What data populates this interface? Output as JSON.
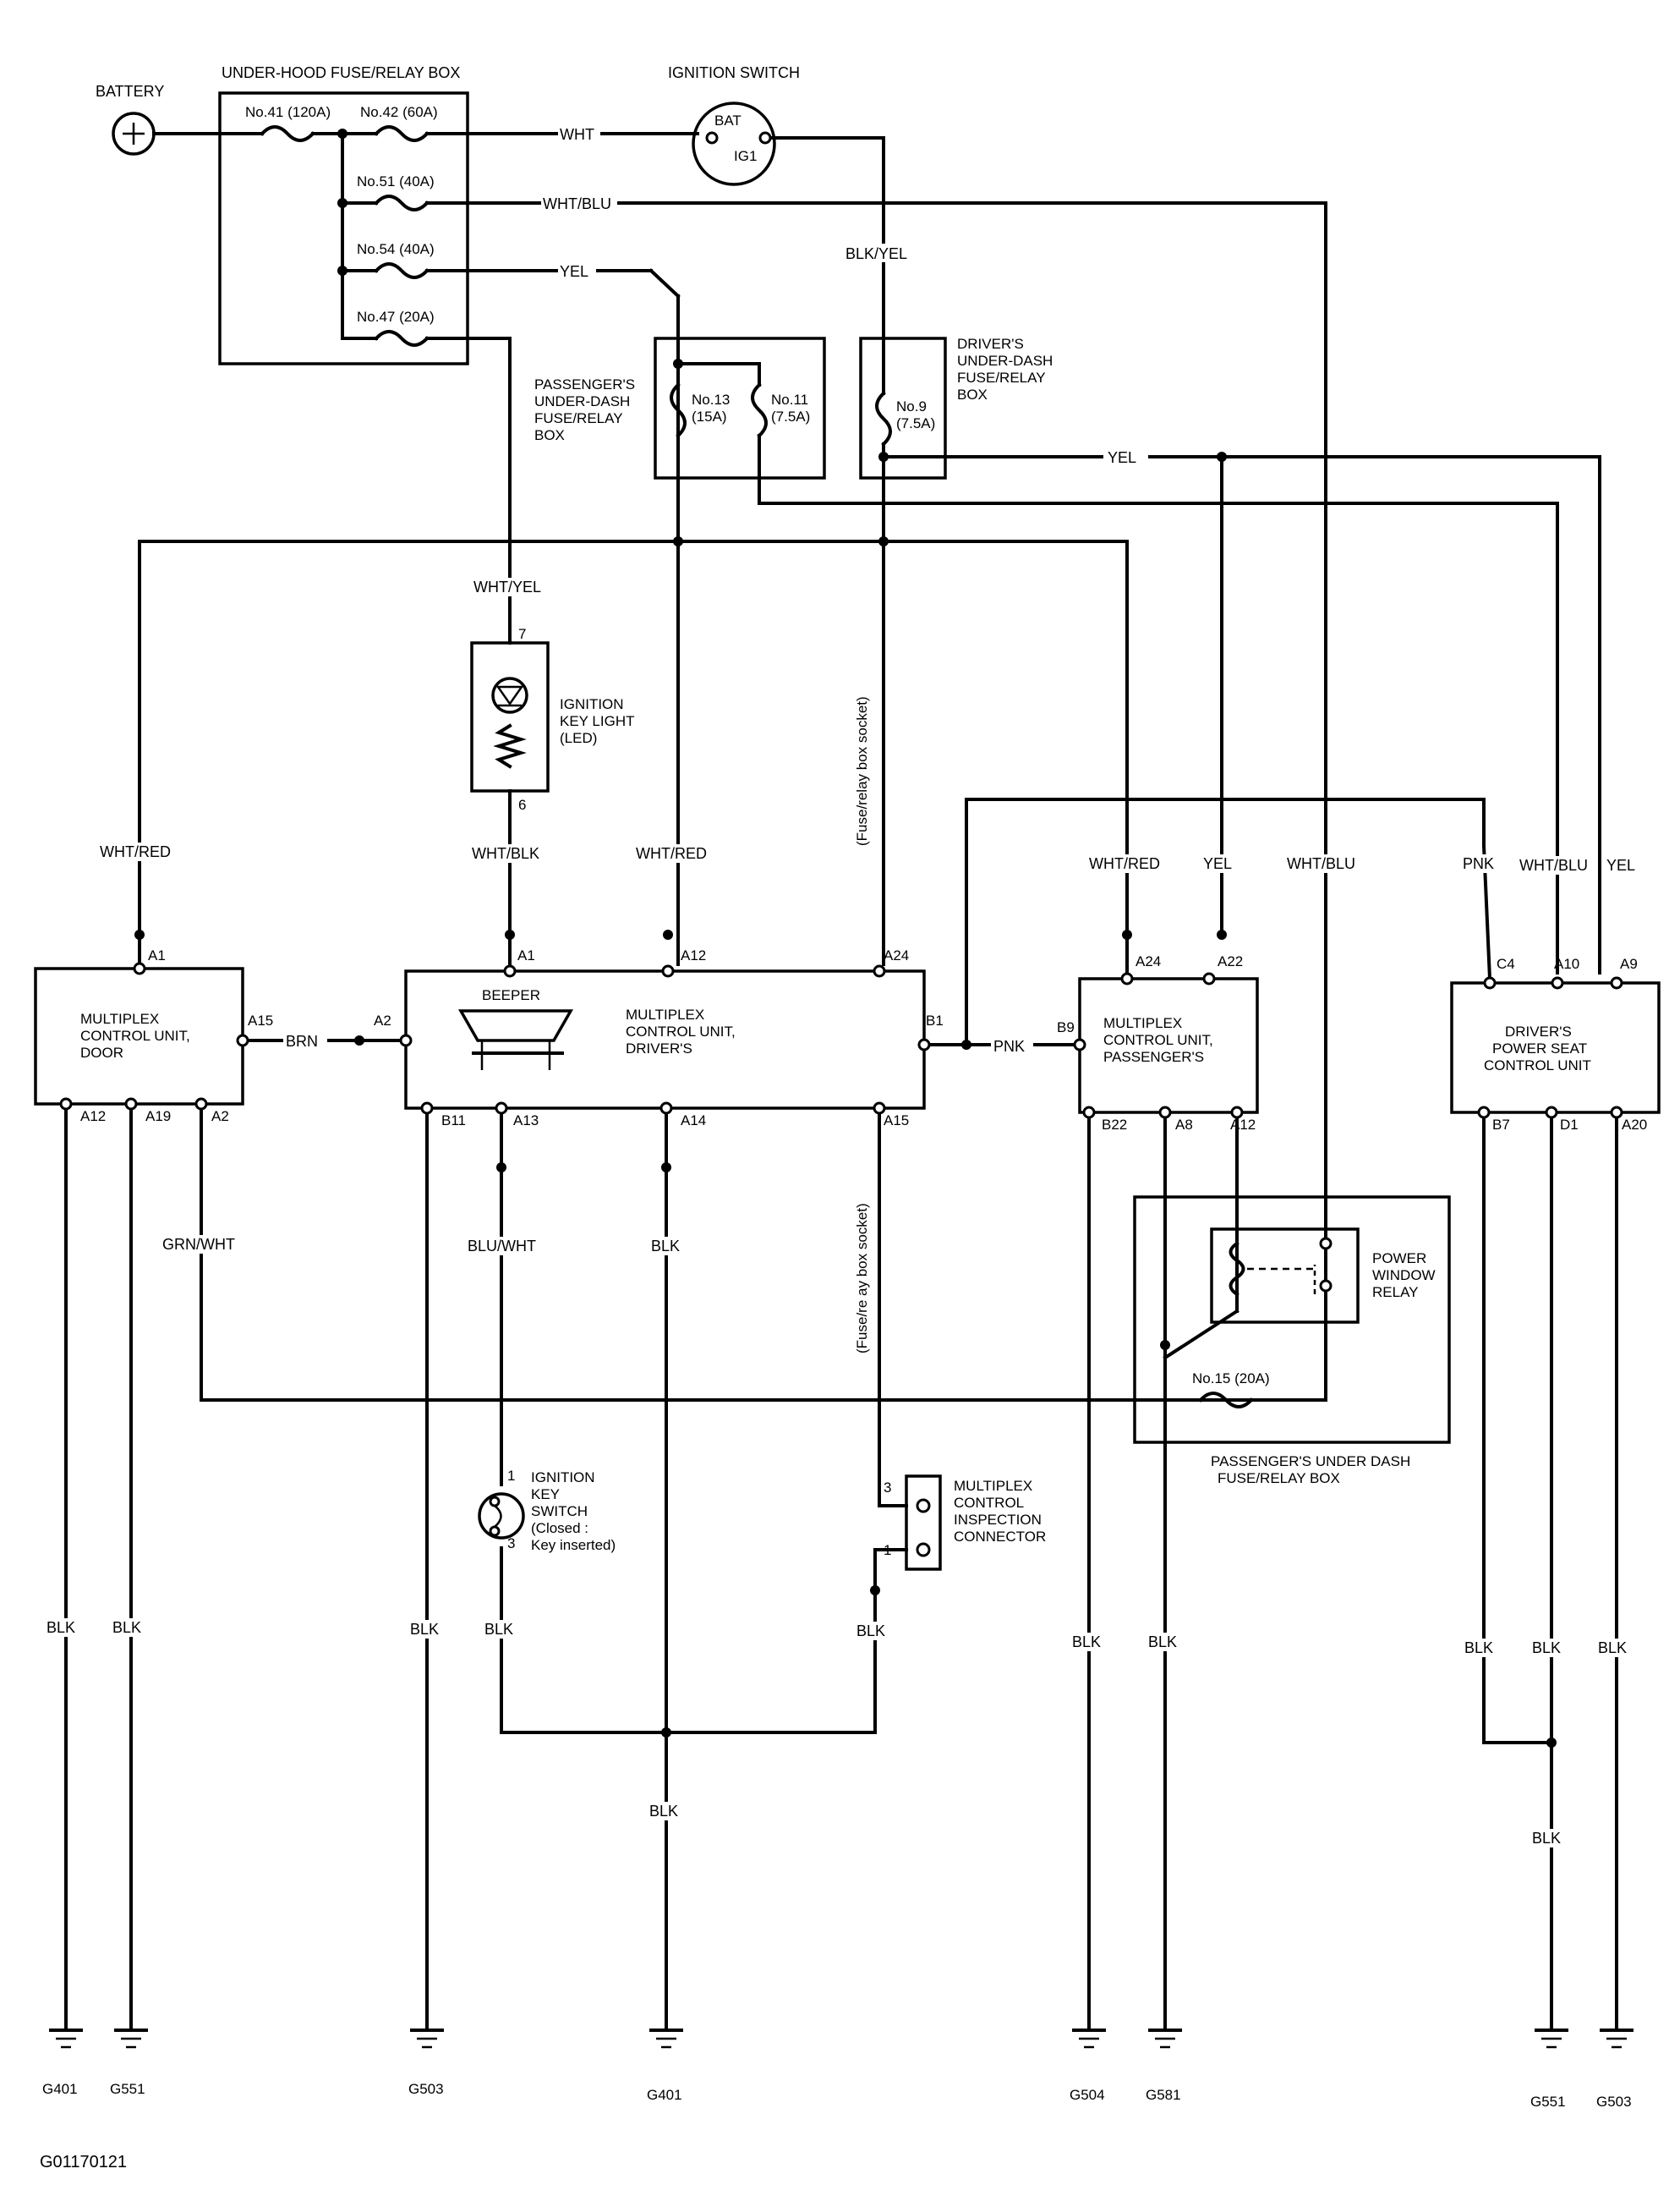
{
  "battery": {
    "label": "BATTERY"
  },
  "under_hood_box": {
    "title": "UNDER-HOOD FUSE/RELAY BOX",
    "fuses": [
      "No.41 (120A)",
      "No.42 (60A)",
      "No.51 (40A)",
      "No.54 (40A)",
      "No.47 (20A)"
    ]
  },
  "ignition_switch": {
    "title": "IGNITION SWITCH",
    "bat": "BAT",
    "ig1": "IG1"
  },
  "passenger_fuse_box": {
    "title_lines": [
      "PASSENGER'S",
      "UNDER-DASH",
      "FUSE/RELAY",
      "BOX"
    ],
    "fuse13": [
      "No.13",
      "(15A)"
    ],
    "fuse11": [
      "No.11",
      "(7.5A)"
    ]
  },
  "driver_fuse_box": {
    "title_lines": [
      "DRIVER'S",
      "UNDER-DASH",
      "FUSE/RELAY",
      "BOX"
    ],
    "fuse9": [
      "No.9",
      "(7.5A)"
    ]
  },
  "key_light": {
    "lines": [
      "IGNITION",
      "KEY LIGHT",
      "(LED)"
    ],
    "pin_top": "7",
    "pin_bottom": "6"
  },
  "sockets": {
    "upper": "(Fuse/relay box socket)",
    "lower": "(Fuse/re ay box socket)"
  },
  "door_unit": {
    "lines": [
      "MULTIPLEX",
      "CONTROL UNIT,",
      "DOOR"
    ],
    "pins": {
      "a1": "A1",
      "a15": "A15",
      "a12": "A12",
      "a19": "A19",
      "a2": "A2"
    }
  },
  "drivers_unit": {
    "beeper": "BEEPER",
    "lines": [
      "MULTIPLEX",
      "CONTROL UNIT,",
      "DRIVER'S"
    ],
    "pins": {
      "a1": "A1",
      "a12": "A12",
      "a24": "A24",
      "a2": "A2",
      "b1": "B1",
      "b11": "B11",
      "a13": "A13",
      "a14": "A14",
      "a15": "A15"
    }
  },
  "passengers_unit": {
    "lines": [
      "MULTIPLEX",
      "CONTROL UNIT,",
      "PASSENGER'S"
    ],
    "pins": {
      "a24": "A24",
      "a22": "A22",
      "b9": "B9",
      "b22": "B22",
      "a8": "A8",
      "a12": "A12"
    }
  },
  "seat_unit": {
    "lines": [
      "DRIVER'S",
      "POWER SEAT",
      "CONTROL UNIT"
    ],
    "pins": {
      "c4": "C4",
      "a10": "A10",
      "a9": "A9",
      "b7": "B7",
      "d1": "D1",
      "a20": "A20"
    }
  },
  "relay": {
    "lines": [
      "POWER",
      "WINDOW",
      "RELAY"
    ],
    "fuse15": "No.15 (20A)",
    "box_lines": [
      "PASSENGER'S UNDER DASH",
      "FUSE/RELAY BOX"
    ]
  },
  "key_switch": {
    "lines": [
      "IGNITION",
      "KEY",
      "SWITCH",
      "(Closed :",
      "Key inserted)"
    ],
    "pin1": "1",
    "pin3": "3"
  },
  "inspection": {
    "lines": [
      "MULTIPLEX",
      "CONTROL",
      "INSPECTION",
      "CONNECTOR"
    ],
    "pin3": "3",
    "pin1": "1"
  },
  "wires": {
    "wht": "WHT",
    "wht_blu_top": "WHT/BLU",
    "yel_top": "YEL",
    "blk_yel": "BLK/YEL",
    "yel_right": "YEL",
    "wht_yel": "WHT/YEL",
    "wht_red_left": "WHT/RED",
    "wht_blk": "WHT/BLK",
    "wht_red_mid": "WHT/RED",
    "brn": "BRN",
    "pnk_mid": "PNK",
    "wht_red_right": "WHT/RED",
    "yel_pass": "YEL",
    "wht_blu_pass": "WHT/BLU",
    "pnk_seat": "PNK",
    "wht_blu_seat": "WHT/BLU",
    "yel_seat": "YEL",
    "grn_wht": "GRN/WHT",
    "blu_wht": "BLU/WHT",
    "blk_a14": "BLK",
    "blk1": "BLK",
    "blk2": "BLK",
    "blk3": "BLK",
    "blk4": "BLK",
    "blk5": "BLK",
    "blk6": "BLK",
    "blk7": "BLK",
    "blk8": "BLK",
    "blk9": "BLK",
    "blk10": "BLK",
    "blk11": "BLK",
    "blk12": "BLK"
  },
  "grounds": {
    "g1": "G401",
    "g2": "G551",
    "g3": "G503",
    "g4": "G401",
    "g5": "G504",
    "g6": "G581",
    "g7": "G551",
    "g8": "G503"
  },
  "figure_code": "G01170121"
}
